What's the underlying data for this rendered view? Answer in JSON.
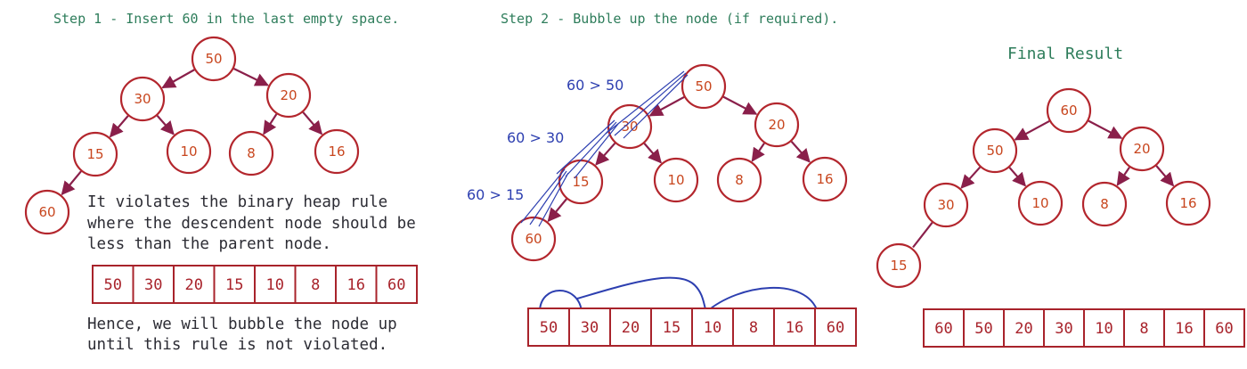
{
  "steps": {
    "step1_title": "Step 1 - Insert 60 in the last empty space.",
    "step2_title": "Step 2 - Bubble up the node (if required).",
    "final_title": "Final Result"
  },
  "notes": {
    "violation_line1": "It violates the binary heap rule",
    "violation_line2": "where the descendent node should be",
    "violation_line3": "less than the parent node.",
    "hence_line1": "Hence, we will bubble the node up",
    "hence_line2": "until this rule is not violated."
  },
  "comparisons": {
    "c1": "60 > 50",
    "c2": "60 > 30",
    "c3": "60 > 15"
  },
  "colors": {
    "node_stroke": "#b3262d",
    "node_text": "#c8461e",
    "edge": "#8a1f4a",
    "annotation": "#2d3fb0",
    "title": "#2e7d5b"
  },
  "trees": {
    "step1": [
      "50",
      "30",
      "20",
      "15",
      "10",
      "8",
      "16",
      "60"
    ],
    "step2": [
      "50",
      "30",
      "20",
      "15",
      "10",
      "8",
      "16",
      "60"
    ],
    "final": [
      "60",
      "50",
      "20",
      "30",
      "10",
      "8",
      "16",
      "15"
    ]
  },
  "arrays": {
    "step1": [
      "50",
      "30",
      "20",
      "15",
      "10",
      "8",
      "16",
      "60"
    ],
    "step2": [
      "50",
      "30",
      "20",
      "15",
      "10",
      "8",
      "16",
      "60"
    ],
    "final": [
      "60",
      "50",
      "20",
      "30",
      "10",
      "8",
      "16",
      "60"
    ]
  }
}
